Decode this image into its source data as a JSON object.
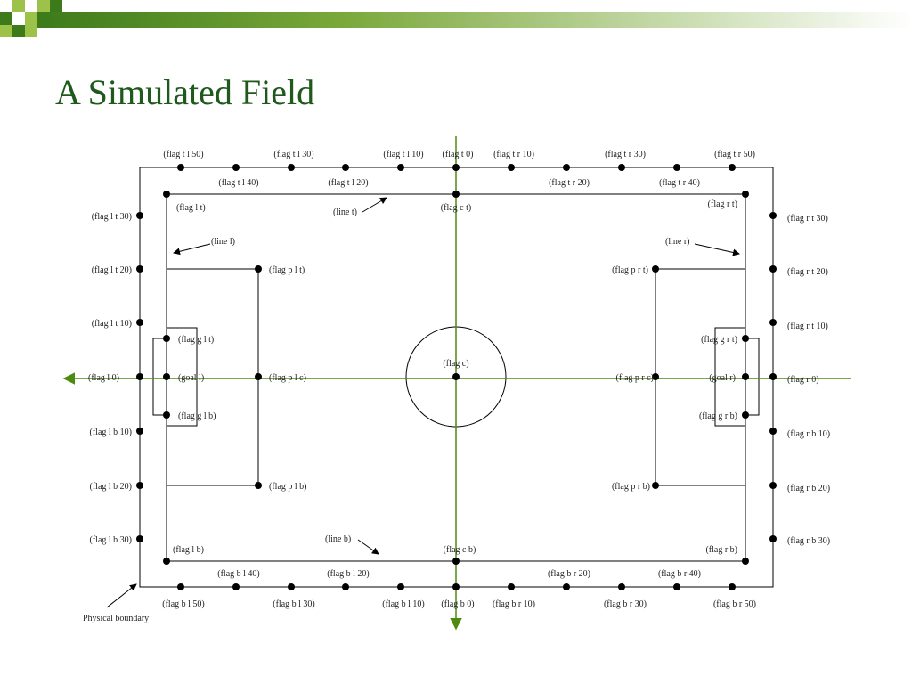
{
  "title": "A Simulated Field",
  "colors": {
    "title": "#1f5a1c",
    "axis": "#4f8a10",
    "banner_dark": "#3c7a1a",
    "banner_light": "#9cc24a",
    "ink": "#000000"
  },
  "flags": {
    "top_outer": [
      "(flag t l 50)",
      "(flag t l 30)",
      "(flag t l 10)",
      "(flag t 0)",
      "(flag t r 10)",
      "(flag t r 30)",
      "(flag t r 50)"
    ],
    "top_inner": [
      "(flag t l 40)",
      "(flag t l 20)",
      "(flag t r 20)",
      "(flag t r 40)"
    ],
    "bottom_inner": [
      "(flag b l 40)",
      "(flag b l 20)",
      "(flag b r 20)",
      "(flag b r 40)"
    ],
    "bottom_outer": [
      "(flag b l 50)",
      "(flag b l 30)",
      "(flag b l 10)",
      "(flag b 0)",
      "(flag b r 10)",
      "(flag b r 30)",
      "(flag b r 50)"
    ],
    "left": [
      "(flag l t 30)",
      "(flag l t 20)",
      "(flag l t 10)",
      "(flag l 0)",
      "(flag l b 10)",
      "(flag l b 20)",
      "(flag l b 30)"
    ],
    "right": [
      "(flag r t 30)",
      "(flag r t 20)",
      "(flag r t 10)",
      "(flag r 0)",
      "(flag r b 10)",
      "(flag r b 20)",
      "(flag r b 30)"
    ],
    "corner_l_t": "(flag l t)",
    "corner_r_t": "(flag r t)",
    "corner_l_b": "(flag l b)",
    "corner_r_b": "(flag r b)",
    "center_top": "(flag c t)",
    "center_bottom": "(flag c b)",
    "center": "(flag c)",
    "penalty_l_t": "(flag p l t)",
    "penalty_l_c": "(flag p l c)",
    "penalty_l_b": "(flag p l b)",
    "penalty_r_t": "(flag p r t)",
    "penalty_r_c": "(flag p r c)",
    "penalty_r_b": "(flag p r b)",
    "goal_l_t": "(flag g l t)",
    "goal_l_b": "(flag g l b)",
    "goal_r_t": "(flag g r t)",
    "goal_r_b": "(flag g r b)",
    "goal_l": "(goal l)",
    "goal_r": "(goal r)"
  },
  "lines": {
    "top": "(line t)",
    "left": "(line l)",
    "right": "(line r)",
    "bottom": "(line b)"
  },
  "physical_boundary": "Physical boundary"
}
